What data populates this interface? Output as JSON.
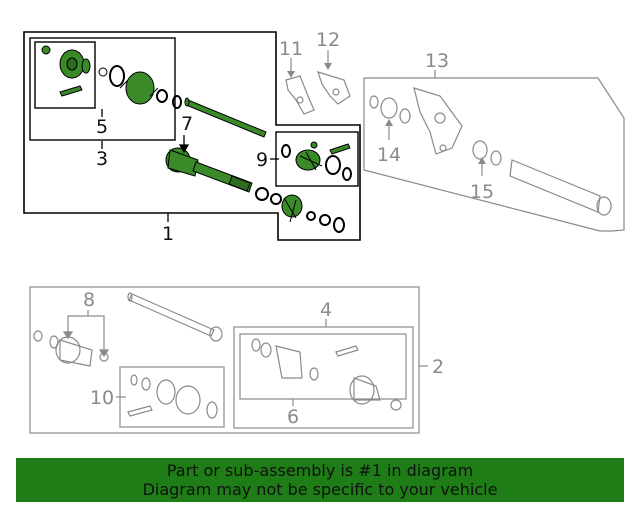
{
  "callouts": {
    "n1": "1",
    "n2": "2",
    "n3": "3",
    "n4": "4",
    "n5": "5",
    "n6": "6",
    "n7": "7",
    "n8": "8",
    "n9": "9",
    "n10": "10",
    "n11": "11",
    "n12": "12",
    "n13": "13",
    "n14": "14",
    "n15": "15"
  },
  "banner": {
    "line1": "Part or sub-assembly is #1 in diagram",
    "line2": "Diagram may not be specific to your vehicle"
  },
  "colors": {
    "highlight_part": "#3b8a2a",
    "highlight_outline": "#000000",
    "inactive": "#8a8a8a",
    "banner_bg": "#1e7d16"
  }
}
